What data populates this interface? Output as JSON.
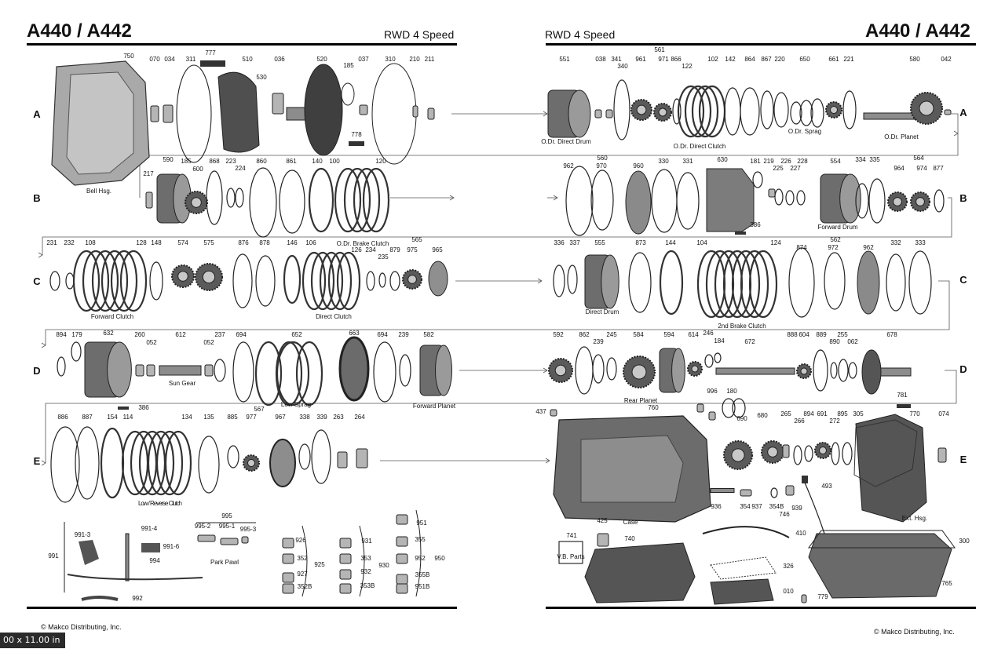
{
  "header": {
    "title_left": "A440 / A442",
    "title_right": "A440 / A442",
    "subtitle_left": "RWD 4 Speed",
    "subtitle_right": "RWD 4 Speed"
  },
  "footer": {
    "copyright_left": "© Makco Distributing, Inc.",
    "copyright_right": "© Makco Distributing, Inc.",
    "page_size": "00 x 11.00 in"
  },
  "row_labels": [
    "A",
    "B",
    "C",
    "D",
    "E"
  ],
  "captions": {
    "bell_hsg": "Bell Hsg.",
    "odr_direct_drum": "O.Dr. Direct Drum",
    "odr_direct_clutch": "O.Dr. Direct Clutch",
    "odr_sprag": "O.Dr. Sprag",
    "odr_planet": "O.Dr. Planet",
    "odr_brake_clutch": "O.Dr. Brake Clutch",
    "forward_drum": "Forward Drum",
    "forward_clutch": "Forward Clutch",
    "direct_clutch": "Direct Clutch",
    "direct_drum": "Direct Drum",
    "second_brake_clutch": "2nd Brake Clutch",
    "sun_gear": "Sun Gear",
    "low_sprag": "Low Sprag",
    "forward_planet": "Forward Planet",
    "rear_planet": "Rear Planet",
    "low_reverse_clutch": "Low / Reverse Clutch",
    "case": "Case",
    "ext_hsg": "Ext. Hsg.",
    "park_pawl": "Park Pawl",
    "vb_parts": "V.B. Parts"
  },
  "parts": {
    "row_a_left": [
      "750",
      "070",
      "034",
      "311",
      "777",
      "510",
      "530",
      "036",
      "520",
      "185",
      "037",
      "310",
      "210",
      "211",
      "778"
    ],
    "row_a_right": [
      "551",
      "038",
      "341",
      "340",
      "561",
      "961",
      "971",
      "866",
      "122",
      "102",
      "142",
      "864",
      "867",
      "220",
      "650",
      "661",
      "221",
      "580",
      "042"
    ],
    "row_b_left": [
      "217",
      "590",
      "185",
      "600",
      "868",
      "223",
      "224",
      "860",
      "861",
      "140",
      "100",
      "120"
    ],
    "row_b_right": [
      "560",
      "962",
      "970",
      "960",
      "330",
      "331",
      "630",
      "181",
      "219",
      "225",
      "226",
      "227",
      "228",
      "554",
      "334",
      "335",
      "564",
      "964",
      "974",
      "877",
      "386"
    ],
    "row_c_left": [
      "231",
      "232",
      "108",
      "128",
      "148",
      "574",
      "575",
      "876",
      "878",
      "146",
      "106",
      "565",
      "126",
      "234",
      "235",
      "879",
      "975",
      "965"
    ],
    "row_c_right": [
      "336",
      "337",
      "555",
      "873",
      "144",
      "104",
      "124",
      "562",
      "874",
      "972",
      "962",
      "332",
      "333"
    ],
    "row_d_left": [
      "894",
      "179",
      "632",
      "260",
      "052",
      "612",
      "052",
      "237",
      "694",
      "652",
      "663",
      "694",
      "239",
      "582",
      "386"
    ],
    "row_d_right": [
      "592",
      "862",
      "239",
      "245",
      "584",
      "594",
      "614",
      "246",
      "184",
      "672",
      "888",
      "604",
      "889",
      "255",
      "890",
      "062",
      "678"
    ],
    "row_e_left": [
      "886",
      "887",
      "154",
      "114",
      "134",
      "135",
      "885",
      "567",
      "977",
      "967",
      "338",
      "339",
      "263",
      "264"
    ],
    "row_e_right": [
      "437",
      "760",
      "996",
      "180",
      "690",
      "680",
      "265",
      "266",
      "894",
      "691",
      "272",
      "895",
      "305",
      "781",
      "770",
      "074",
      "493",
      "936",
      "354",
      "937",
      "354B",
      "746",
      "939"
    ],
    "bottom_left": [
      "991",
      "991-3",
      "991-4",
      "991-6",
      "994",
      "992",
      "995",
      "995-2",
      "995-1",
      "995-3",
      "926",
      "352",
      "927",
      "352B",
      "925",
      "931",
      "353",
      "932",
      "353B",
      "930",
      "951",
      "355",
      "952",
      "355B",
      "951B",
      "950"
    ],
    "bottom_right": [
      "425",
      "741",
      "740",
      "410",
      "326",
      "010",
      "779",
      "300",
      "765"
    ]
  }
}
